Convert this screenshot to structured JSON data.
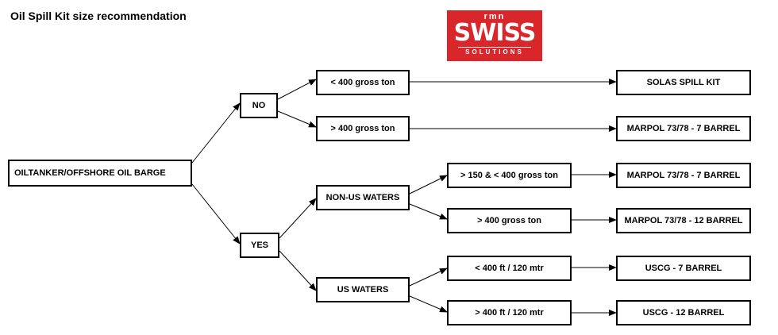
{
  "title": "Oil Spill Kit size recommendation",
  "logo": {
    "top_text": "rmn",
    "main_text": "SWISS",
    "sub_text": "SOLUTIONS",
    "color": "#d8262b"
  },
  "nodes": {
    "root": "OILTANKER/OFFSHORE OIL BARGE",
    "no": "NO",
    "yes": "YES",
    "lt400": "< 400 gross ton",
    "gt400": "> 400 gross ton",
    "nonus": "NON-US WATERS",
    "us": "US WATERS",
    "r150_400": "> 150 & < 400 gross ton",
    "gt400b": "> 400 gross ton",
    "lt400ft": "< 400 ft / 120 mtr",
    "gt400ft": "> 400 ft / 120 mtr",
    "solas": "SOLAS SPILL KIT",
    "marpol7a": "MARPOL 73/78 - 7 BARREL",
    "marpol7b": "MARPOL 73/78 - 7 BARREL",
    "marpol12": "MARPOL 73/78 - 12 BARREL",
    "uscg7": "USCG - 7 BARREL",
    "uscg12": "USCG - 12 BARREL"
  }
}
